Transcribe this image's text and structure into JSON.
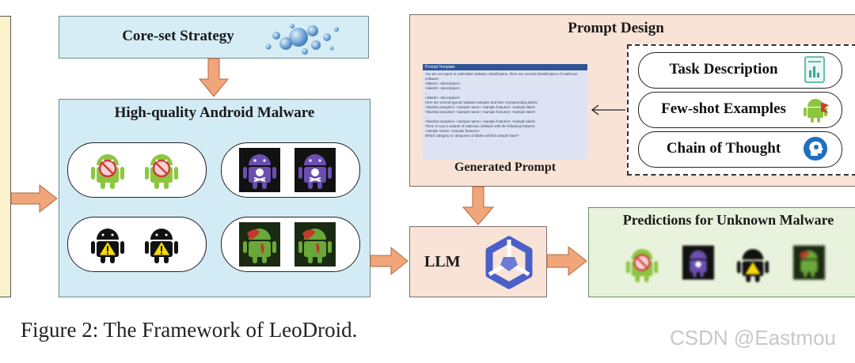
{
  "coreset": {
    "title": "Core-set Strategy"
  },
  "malware": {
    "title": "High-quality Android Malware"
  },
  "prompt_design": {
    "title": "Prompt Design",
    "generated_label": "Generated Prompt",
    "options": [
      {
        "label": "Task Description",
        "icon": "document-chart-icon"
      },
      {
        "label": "Few-shot Examples",
        "icon": "android-malware-icon"
      },
      {
        "label": "Chain of Thought",
        "icon": "head-gears-icon"
      }
    ],
    "template": {
      "title": "Prompt Template",
      "lines": [
        "You are an expert in multi-label malware classification, there are several classifications of malicious software:",
        "<label1> <description>",
        "<label2> <description>",
        "...",
        "<labeln> <description>",
        "Here are several typical malware samples and their corresponding labels:",
        "<fewshot sample1> <sample name> <sample features> <sample label>",
        "<fewshot sample2> <sample name> <sample features> <sample label>",
        "...",
        "<fewshot samplen> <sample name> <sample features> <sample label>",
        "There is now a sample of malicious software with the following features:",
        "<sample name> <sample features>",
        "Which category or categories of labels will this sample have?"
      ]
    }
  },
  "llm": {
    "label": "LLM"
  },
  "predictions": {
    "title": "Predictions for Unknown Malware"
  },
  "caption": "Figure 2: The Framework of LeoDroid.",
  "watermark": "CSDN @Eastmou",
  "colors": {
    "arrow": "#f0a57a",
    "arrow_stroke": "#b06a3e",
    "panel_blue": "#d3ebf4",
    "panel_peach": "#f8e3d6",
    "panel_green": "#e8f2dc",
    "android_green": "#8cc63f",
    "android_purple": "#6b4fb0"
  }
}
